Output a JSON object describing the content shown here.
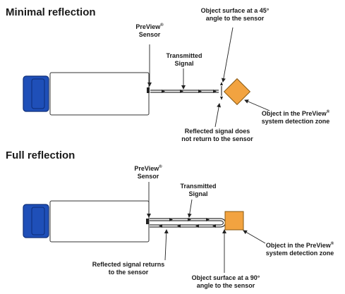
{
  "minimal": {
    "title": "Minimal reflection",
    "sensor_label": "PreView",
    "sensor_label_suffix": "Sensor",
    "transmitted_label_1": "Transmitted",
    "transmitted_label_2": "Signal",
    "surface_label_1": "Object surface at a 45°",
    "surface_label_2": "angle to the sensor",
    "object_label_1": "Object in the PreView",
    "object_label_2": "system detection zone",
    "reflected_label_1": "Reflected signal does",
    "reflected_label_2": "not return to the sensor"
  },
  "full": {
    "title": "Full reflection",
    "sensor_label": "PreView",
    "sensor_label_suffix": "Sensor",
    "transmitted_label_1": "Transmitted",
    "transmitted_label_2": "Signal",
    "object_label_1": "Object in the PreView",
    "object_label_2": "system detection zone",
    "reflected_label_1": "Reflected signal returns",
    "reflected_label_2": "to the sensor",
    "surface_label_1": "Object surface at a 90°",
    "surface_label_2": "angle to the sensor"
  },
  "registered_mark": "®",
  "colors": {
    "cab_blue": "#1f4fb8",
    "object_orange": "#f2a340",
    "outline": "#333333"
  }
}
